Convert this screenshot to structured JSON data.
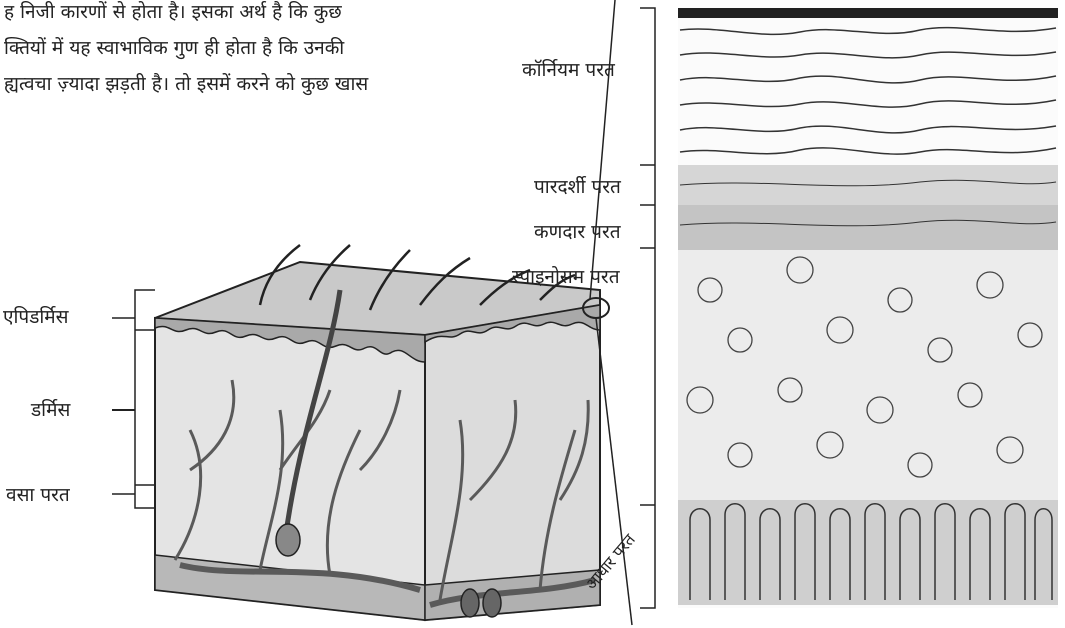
{
  "paragraph": {
    "line1": "ह निजी कारणों से होता है। इसका अर्थ है कि कुछ",
    "line2": "क्तियों में यह स्वाभाविक गुण ही होता है कि उनकी",
    "line3": "ह्यत्वचा ज़्यादा झड़ती है। तो इसमें करने को कुछ खास"
  },
  "skin_block_labels": {
    "epidermis": "एपिडर्मिस",
    "dermis": "डर्मिस",
    "fat_layer": "वसा परत"
  },
  "epidermis_layer_labels": {
    "corneum": "कॉर्नियम परत",
    "lucidum": "पारदर्शी परत",
    "granulosum": "कणदार परत",
    "spinosum": "स्पाइनोसम परत",
    "basal": "आधार परत"
  },
  "colors": {
    "ink": "#222222",
    "skin_top": "#cfcfcf",
    "dermis": "#e4e4e4",
    "vessel": "#5a5a5a",
    "fat": "#b8b8b8"
  }
}
